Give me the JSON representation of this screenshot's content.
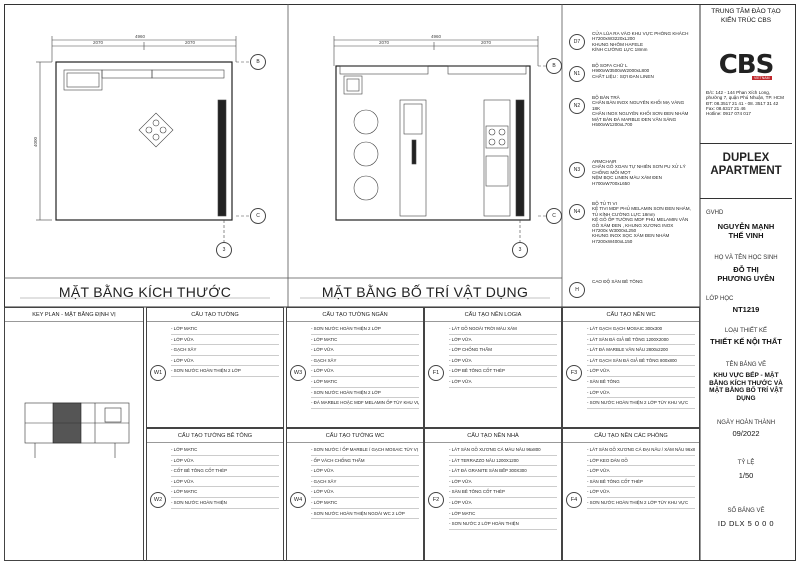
{
  "plan_titles": {
    "dims": "MẶT BẰNG KÍCH THƯỚC",
    "furniture": "MẶT BẰNG BỐ TRÍ VẬT DỤNG"
  },
  "axis_markers": {
    "b": "B",
    "c": "C",
    "three": "3"
  },
  "dimensions": {
    "p1_top_total": "4960",
    "p1_top_a": "2070",
    "p1_top_b": "2070",
    "p1_side": "4000",
    "p2_top_total": "4960",
    "p2_top_a": "2070",
    "p2_top_b": "2070"
  },
  "legend": [
    {
      "code": "D7",
      "text": "CỬA LÙA RA VÀO KHU VỰC PHÒNG KHÁCH\nH7200xW3220xL200\nKHUNG NHÔM HAFELE\nKÍNH CƯỜNG LỰC 18mm"
    },
    {
      "code": "N1",
      "text": "BỘ SOFA CHỮ L\nH900xW3500xW2000xL800\nCHẤT LIỆU : SỢI ĐAN LINEN"
    },
    {
      "code": "N2",
      "text": "BỘ BÀN TRÀ\nCHÂN BÀN INOX NGUYÊN KHỐI MẠ VÀNG 18K\nCHÂN INOX NGUYÊN KHỐI SƠN ĐEN NHÁM\nMẶT BÀN ĐÁ MARBLE ĐEN VÂN SÁNG\nH500xW1200xL700"
    },
    {
      "code": "N3",
      "text": "ARMCHAIR\nCHÂN GỖ XOAN TỰ NHIÊN SƠN PU XỬ LÝ CHỐNG MỐI MỌT\nNỆM BỌC LINEN MÀU XÁM ĐEN\nH700xW700xL650"
    },
    {
      "code": "N4",
      "text": "BỘ TỦ TI VI\nKỆ TIVI MDF PHỦ MELAMIN SƠN ĐEN NHÁM, TỦ KÍNH CƯỜNG LỰC 18mm\nKỆ GỖ ỐP TƯỜNG MDF PHỦ MELAMIN VÂN GỖ XÁM ĐEN , KHUNG XƯƠNG INOX\nH7200x W3000xL250\nKHUNG INOX SỌC XÁM ĐEN NHÁM H7200xW400xL150"
    },
    {
      "code": "H",
      "text": "CAO ĐỘ SÀN BÊ TÔNG"
    }
  ],
  "title_block": {
    "center": "TRUNG TÂM ĐÀO TẠO\nKIẾN TRÚC CBS",
    "logo": "CBS",
    "logo_sub": "VIETNAM",
    "address": "Đ/c: 142 - 144 Phan Xích Long,\nphường 7, quận Phú Nhuận, TP. HCM",
    "phone": "ĐT: 08.3517 21 41 - 08. 3517 31 42",
    "fax": "Fax: 08.6317 21 46",
    "hotline": "Hotline: 0917 074 017",
    "project": "DUPLEX\nAPARTMENT",
    "gvhd_label": "GVHD",
    "gvhd": "NGUYỄN MẠNH\nTHẾ VINH",
    "student_label": "HỌ VÀ TÊN HỌC SINH",
    "student": "ĐỖ THỊ\nPHƯƠNG UYÊN",
    "class_label": "LỚP HỌC",
    "class": "NT1219",
    "type_label": "LOẠI THIẾT KẾ",
    "type": "THIẾT KẾ NỘI THẤT",
    "drawing_label": "TÊN BẢNG VẼ",
    "drawing": "KHU VỰC BẾP - MẶT BẰNG KÍCH THƯỚC VÀ MẶT BẰNG BỐ TRÍ VẬT DỤNG",
    "date_label": "NGÀY HOÀN THÀNH",
    "date": "09/2022",
    "scale_label": "TỶ LỆ",
    "scale": "1/50",
    "sheet_label": "SỐ BẢNG VẼ",
    "sheet": "ID DLX 5 0 0 0"
  },
  "key_plan_title": "KEY PLAN - MẶT BẰNG ĐỊNH VỊ",
  "finish_sections": [
    {
      "code": "W1",
      "title": "CẤU TẠO TƯỜNG",
      "items": [
        "LỚP MATIC",
        "LỚP VỮA",
        "GẠCH XÂY",
        "LỚP VỮA",
        "SƠN NƯỚC HOÀN THIỆN 2 LỚP"
      ]
    },
    {
      "code": "W3",
      "title": "CẤU TẠO TƯỜNG NGĂN",
      "items": [
        "SƠN NƯỚC HOÀN THIỆN 2 LỚP",
        "LỚP MATIC",
        "LỚP VỮA",
        "GẠCH XÂY",
        "LỚP VỮA",
        "LỚP MATIC",
        "SƠN NƯỚC HOÀN THIỆN 2 LỚP",
        "ĐÁ MARBLE HOẶC MDF MELAMIN ỐP TÙY KHU VỰC"
      ]
    },
    {
      "code": "F1",
      "title": "CẤU TẠO NỀN LOGIA",
      "items": [
        "LÁT GỖ NGOÀI TRỜI MÀU XÁM",
        "LỚP VỮA",
        "LỚP CHỐNG THẤM",
        "LỚP VỮA",
        "LỚP BÊ TÔNG CỐT THÉP",
        "LỚP VỮA"
      ]
    },
    {
      "code": "F3",
      "title": "CẤU TẠO NỀN WC",
      "items": [
        "LÁT GẠCH GẠCH MOSAIC 300x300",
        "LÁT SÀN ĐÁ GIẢ BÊ TÔNG 1200X2000",
        "LÁT ĐÁ MARBLE VÂN NÂU 2800x2200",
        "LÁT GẠCH SÀN ĐÁ GIẢ BÊ TÔNG 800x800",
        "LỚP VỮA",
        "SÀN BÊ TÔNG",
        "LỚP VỮA",
        "SƠN NƯỚC HOÀN THIỆN 2 LỚP TÙY KHU VỰC"
      ]
    },
    {
      "code": "W2",
      "title": "CẤU TẠO TƯỜNG BÊ TÔNG",
      "items": [
        "LỚP MATIC",
        "LỚP VỮA",
        "CỐT BÊ TÔNG CỐT THÉP",
        "LỚP VỮA",
        "LỚP MATIC",
        "SƠN NƯỚC HOÀN THIỆN"
      ]
    },
    {
      "code": "W4",
      "title": "CẤU TẠO TƯỜNG WC",
      "items": [
        "SƠN NƯỚC / ỐP MARBLE / GẠCH MOSAIC TÙY VỊ TRÍ",
        "ỐP VÁCH CHỐNG THẤM",
        "LỚP VỮA",
        "GẠCH XÂY",
        "LỚP VỮA",
        "LỚP MATIC",
        "SƠN NƯỚC HOÀN THIỆN NGOÀI WC 2 LỚP"
      ]
    },
    {
      "code": "F2",
      "title": "CẤU TẠO NỀN NHÀ",
      "items": [
        "LÁT SÀN GỖ XƯƠNG CÁ MÀU NÂU 96x800",
        "LÁT TERRAZZO NÂU 1200X1200",
        "LÁT ĐÁ GRANITE SÀN BẾP 300X300",
        "LỚP VỮA",
        "SÀN BÊ TÔNG CỐT THÉP",
        "LỚP VỮA",
        "LỚP MATIC",
        "SƠN NƯỚC 2 LỚP HOÀN THIỆN"
      ]
    },
    {
      "code": "F4",
      "title": "CẤU TẠO NỀN CÁC PHÒNG",
      "items": [
        "LÁT SÀN GỖ XƯƠNG CÁ ĐẠI NÂU / XÁM NÂU 96x800",
        "LỚP KEO DÁN GỖ",
        "LỚP VỮA",
        "SÀN BÊ TÔNG CỐT THÉP",
        "LỚP VỮA",
        "SƠN NƯỚC HOÀN THIỆN 2 LỚP TÙY KHU VỰC"
      ]
    }
  ]
}
